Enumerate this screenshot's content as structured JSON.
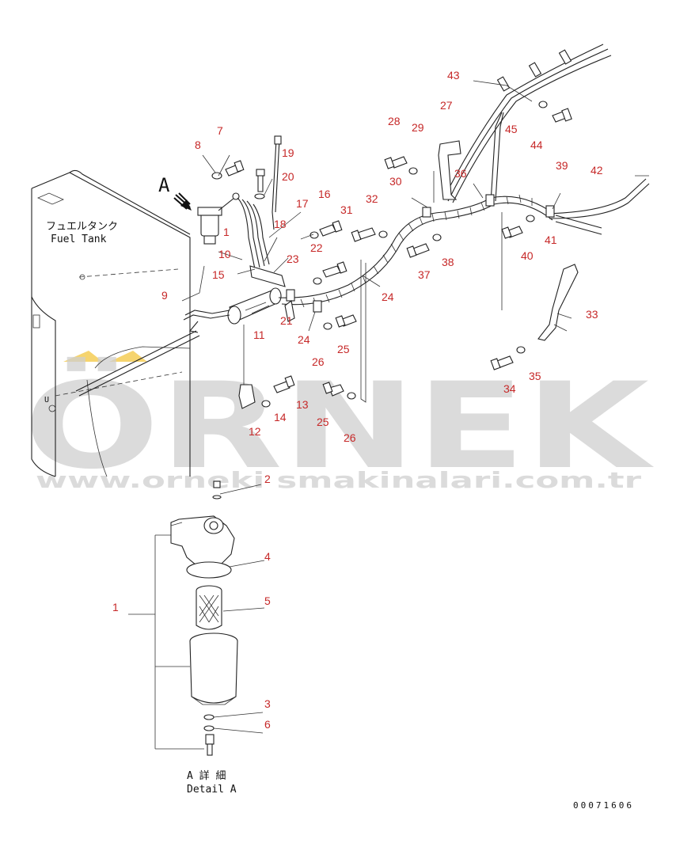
{
  "watermark": {
    "brand": "ÖRNEK",
    "url": "www.orneki smakinalari.com.tr",
    "accent_color": "#f2c230",
    "text_color": "#c8c8c8"
  },
  "tank_label": {
    "japanese": "フュエルタンク",
    "english": "Fuel Tank"
  },
  "view_marker": "A",
  "detail_label": {
    "japanese": "A 詳 細",
    "english": "Detail A"
  },
  "drawing_number": "00071606",
  "label_color": "#c62828",
  "callouts": {
    "c1": "1",
    "c1b": "1",
    "c2": "2",
    "c3": "3",
    "c4": "4",
    "c5": "5",
    "c6": "6",
    "c7": "7",
    "c8": "8",
    "c9": "9",
    "c10": "10",
    "c11": "11",
    "c12": "12",
    "c13": "13",
    "c14": "14",
    "c15": "15",
    "c16": "16",
    "c17": "17",
    "c18": "18",
    "c19": "19",
    "c20": "20",
    "c21": "21",
    "c22": "22",
    "c23": "23",
    "c24a": "24",
    "c24b": "24",
    "c25a": "25",
    "c25b": "25",
    "c26a": "26",
    "c26b": "26",
    "c27": "27",
    "c28": "28",
    "c29": "29",
    "c30": "30",
    "c31": "31",
    "c32": "32",
    "c33": "33",
    "c34": "34",
    "c35": "35",
    "c36": "36",
    "c37": "37",
    "c38": "38",
    "c39": "39",
    "c40": "40",
    "c41": "41",
    "c42": "42",
    "c43": "43",
    "c44": "44",
    "c45": "45"
  }
}
